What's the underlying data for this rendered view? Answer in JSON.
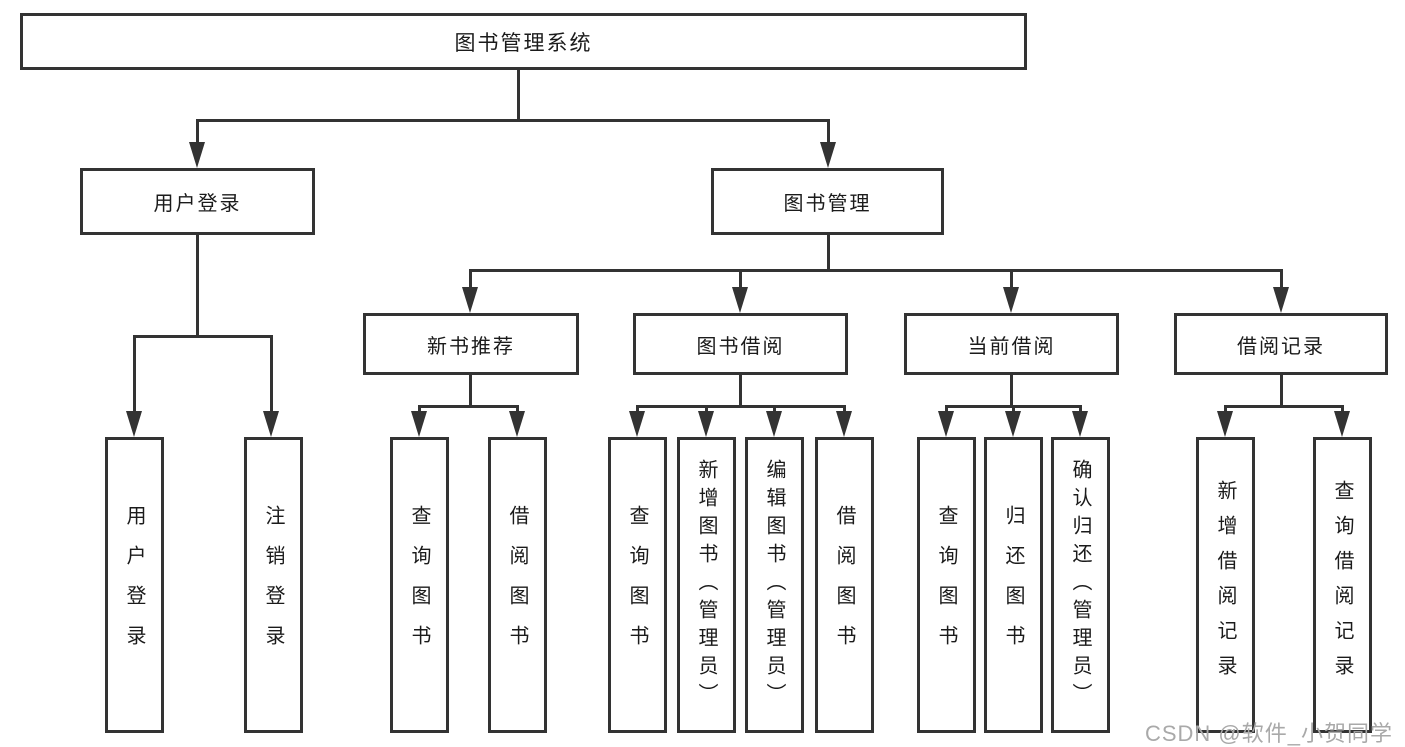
{
  "nodes": {
    "root": "图书管理系统",
    "user_login": "用户登录",
    "book_mgmt": "图书管理",
    "new_book": "新书推荐",
    "book_borrow": "图书借阅",
    "current_borrow": "当前借阅",
    "borrow_records": "借阅记录",
    "leaf_user_login": "用户登录",
    "leaf_logout": "注销登录",
    "leaf_nb_query": "查询图书",
    "leaf_nb_borrow": "借阅图书",
    "leaf_bw_query": "查询图书",
    "leaf_bw_add": "新增图书（管理员）",
    "leaf_bw_edit": "编辑图书（管理员）",
    "leaf_bw_borrow": "借阅图书",
    "leaf_cu_query": "查询图书",
    "leaf_cu_return": "归还图书",
    "leaf_cu_confirm": "确认归还（管理员）",
    "leaf_rc_add": "新增借阅记录",
    "leaf_rc_query": "查询借阅记录"
  },
  "hierarchy": {
    "图书管理系统": {
      "用户登录": [
        "用户登录",
        "注销登录"
      ],
      "图书管理": {
        "新书推荐": [
          "查询图书",
          "借阅图书"
        ],
        "图书借阅": [
          "查询图书",
          "新增图书（管理员）",
          "编辑图书（管理员）",
          "借阅图书"
        ],
        "当前借阅": [
          "查询图书",
          "归还图书",
          "确认归还（管理员）"
        ],
        "借阅记录": [
          "新增借阅记录",
          "查询借阅记录"
        ]
      }
    }
  },
  "watermark": "CSDN @软件_小贺同学",
  "colors": {
    "line": "#333333",
    "box_border": "#333333",
    "text": "#1b1b1b",
    "watermark": "#a9a9a9",
    "background": "#ffffff"
  }
}
